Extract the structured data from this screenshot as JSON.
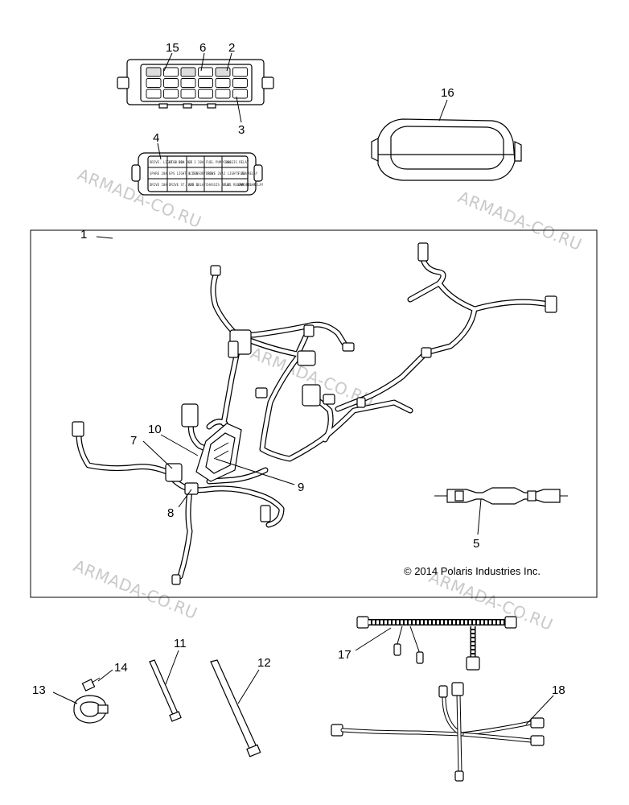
{
  "callouts": {
    "c1": "1",
    "c2": "2",
    "c3": "3",
    "c4": "4",
    "c5": "5",
    "c6": "6",
    "c7": "7",
    "c8": "8",
    "c9": "9",
    "c10": "10",
    "c11": "11",
    "c12": "12",
    "c13": "13",
    "c14": "14",
    "c15": "15",
    "c16": "16",
    "c17": "17",
    "c18": "18"
  },
  "copyright": "© 2014 Polaris Industries Inc.",
  "watermark": "ARMADA-CO.RU",
  "fuse_box_labels": {
    "r1": [
      "DRIVE. LIGHT 1 20A",
      "HIGH BEA 20A",
      "LT 1 20A",
      "FUEL PUMP 20A",
      "CHASSIS RELAY"
    ],
    "r2": [
      "SPARE 20A",
      "EPS LIGHT 1 20A",
      "ACCESSORY 20A",
      "DRIVE 20A",
      "2 LIGHTS 20A",
      "FUEL RELAY"
    ],
    "r3": [
      "DRIVE 20A",
      "DRIVE ST. AUX 1",
      "EPS RELAY",
      "CHASSIS RELAY",
      "FUEL RELAY",
      "FAN RELAY",
      "CHASSIS RELAY"
    ]
  },
  "colors": {
    "line": "#000000",
    "watermark": "#c9c9c9",
    "background": "#ffffff"
  }
}
